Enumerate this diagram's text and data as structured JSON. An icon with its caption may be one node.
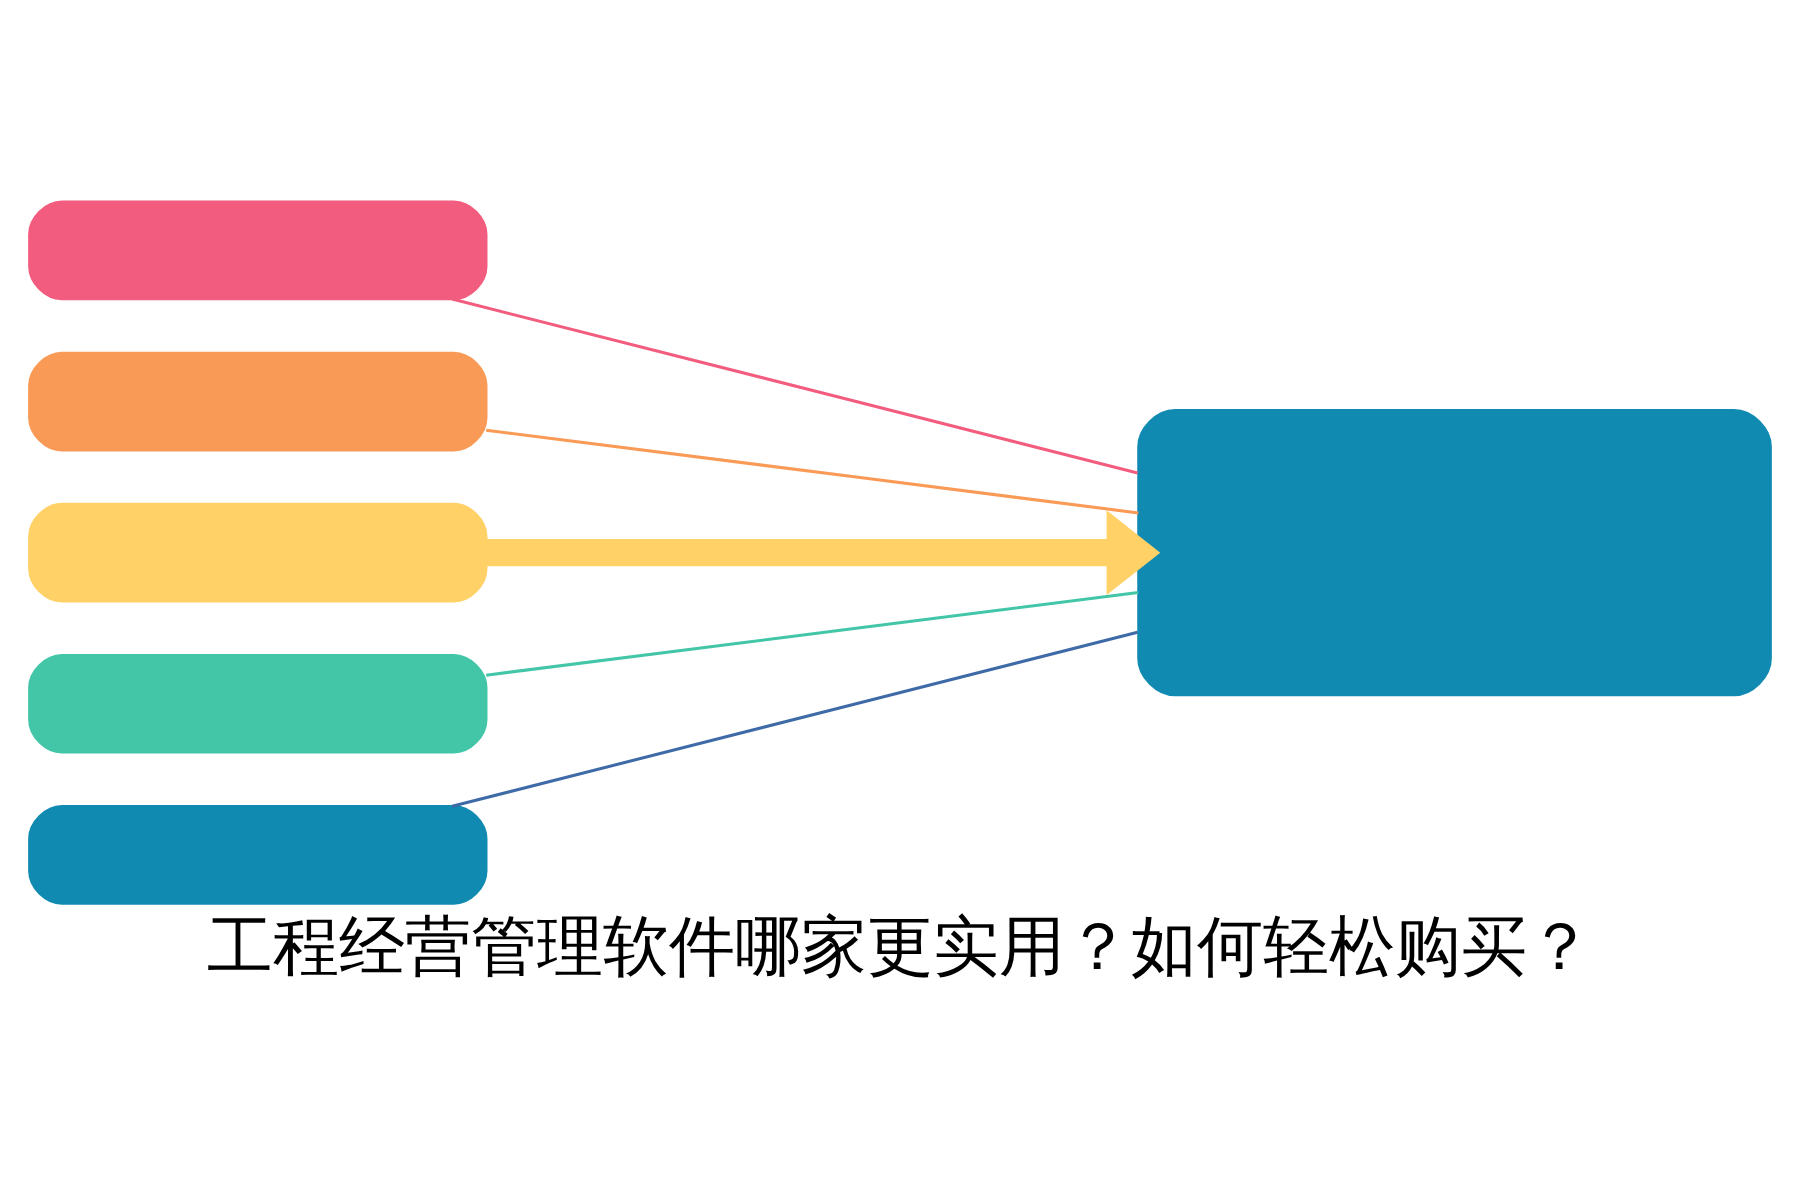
{
  "diagram": {
    "caption": "工程经营管理软件哪家更实用？如何轻松购买？",
    "nodes": [
      {
        "text": [],
        "shape": "box"
      },
      {
        "text": [],
        "shape": "box"
      },
      {
        "text": [],
        "shape": "box"
      },
      {
        "text": [],
        "shape": "box"
      },
      {
        "text": [],
        "shape": "box"
      },
      {
        "text": [],
        "shape": "box"
      }
    ],
    "edges": [
      {
        "from": 0,
        "to": 5,
        "arrow": "none",
        "color": "#f25c7e"
      },
      {
        "from": 1,
        "to": 5,
        "arrow": "none",
        "color": "#f99a56"
      },
      {
        "from": 2,
        "to": 5,
        "arrow": "to",
        "style": "thick",
        "color": "#ffd166"
      },
      {
        "from": 3,
        "to": 5,
        "arrow": "none",
        "color": "#43c6a8"
      },
      {
        "from": 4,
        "to": 5,
        "arrow": "none",
        "color": "#3f6aa8"
      }
    ]
  }
}
